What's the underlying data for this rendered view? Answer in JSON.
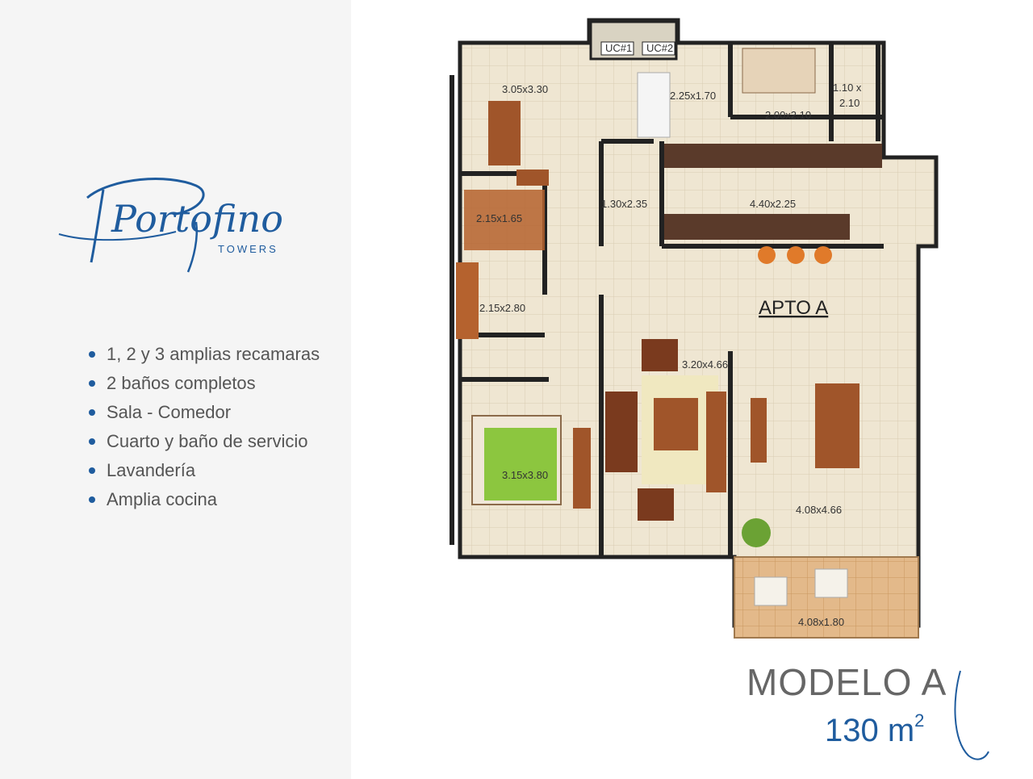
{
  "brand": {
    "name": "Portofino",
    "subtitle": "TOWERS",
    "color": "#1f5c9e"
  },
  "features": [
    "1, 2 y 3 amplias recamaras",
    "2 baños completos",
    "Sala - Comedor",
    "Cuarto y baño de servicio",
    "Lavandería",
    "Amplia cocina"
  ],
  "plan": {
    "unit_label": "APTO A",
    "rooms": [
      {
        "label": "3.05x3.30"
      },
      {
        "label": "2.25x1.70"
      },
      {
        "label": "2.00x2.10"
      },
      {
        "label": "1.10 x"
      },
      {
        "label": "2.10"
      },
      {
        "label": "2.15x1.65"
      },
      {
        "label": "1.30x2.35"
      },
      {
        "label": "4.40x2.25"
      },
      {
        "label": "2.15x2.80"
      },
      {
        "label": "3.20x4.66"
      },
      {
        "label": "3.15x3.80"
      },
      {
        "label": "4.08x4.66"
      },
      {
        "label": "4.08x1.80"
      }
    ],
    "ac_units": [
      "UC#1",
      "UC#2"
    ]
  },
  "model": {
    "name": "MODELO A",
    "area_value": "130 m",
    "area_sup": "2"
  }
}
